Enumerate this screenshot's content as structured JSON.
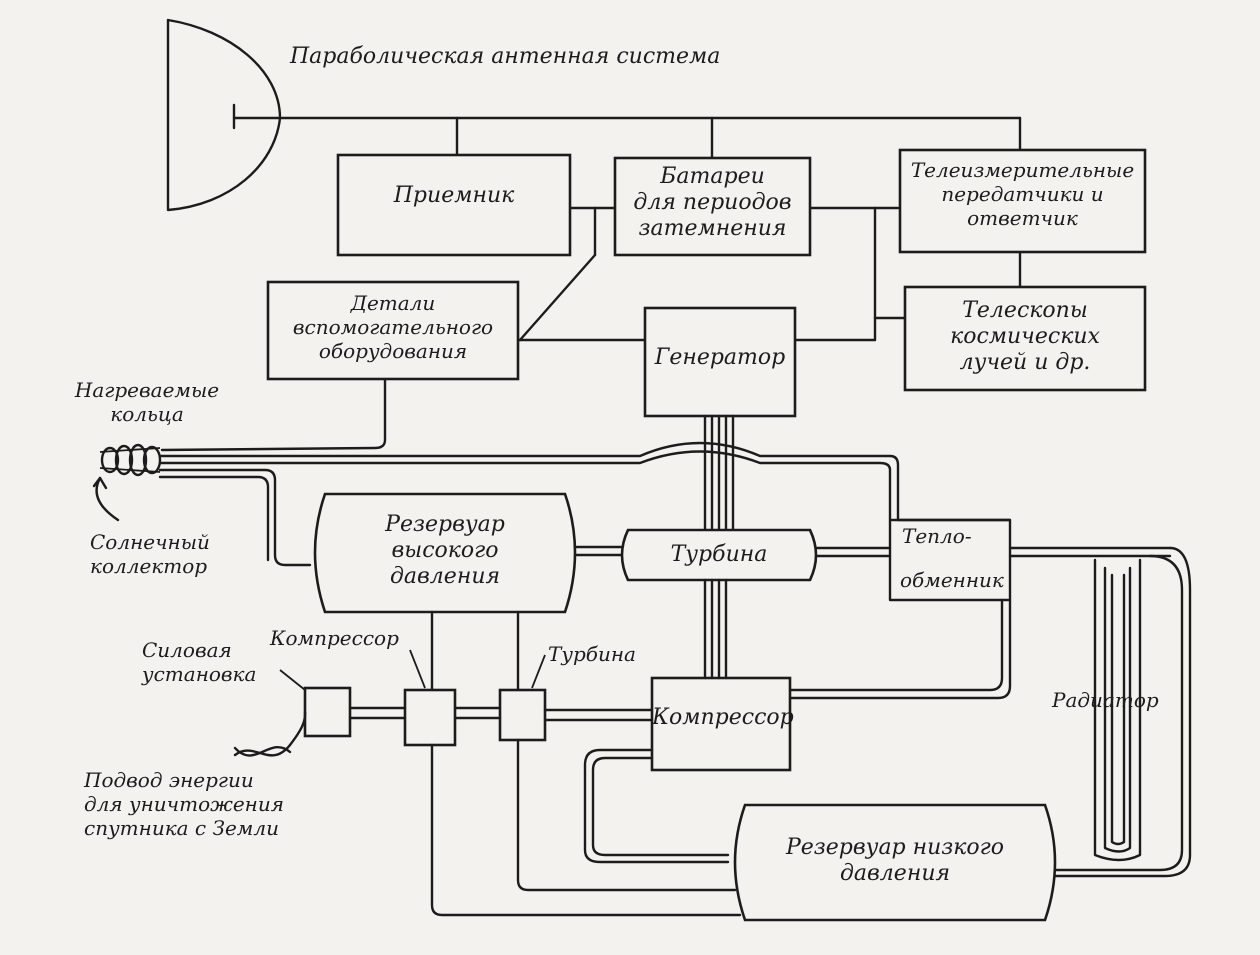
{
  "diagram": {
    "antenna": "Параболическая антенная система",
    "receiver": "Приемник",
    "batteries": "Батареи\nдля периодов\nзатемнения",
    "telemetry": "Телеизмерительные\nпередатчики и\nответчик",
    "aux_equipment": "Детали\nвспомогательного\nоборудования",
    "generator": "Генератор",
    "telescopes": "Телескопы\nкосмических\nлучей и др.",
    "heated_rings": "Нагреваемые\nкольца",
    "solar_collector": "Солнечный\nколлектор",
    "hp_tank": "Резервуар\nвысокого\nдавления",
    "turbine_main": "Турбина",
    "heat_exchanger_top": "Тепло-",
    "heat_exchanger_bottom": "обменник",
    "power_plant": "Силовая\nустановка",
    "compressor_small": "Компрессор",
    "turbine_small": "Турбина",
    "compressor_main": "Компрессор",
    "radiator": "Радиатор",
    "energy_supply": "Подвод энергии\nдля уничтожения\nспутника с Земли",
    "lp_tank": "Резервуар низкого\nдавления"
  }
}
